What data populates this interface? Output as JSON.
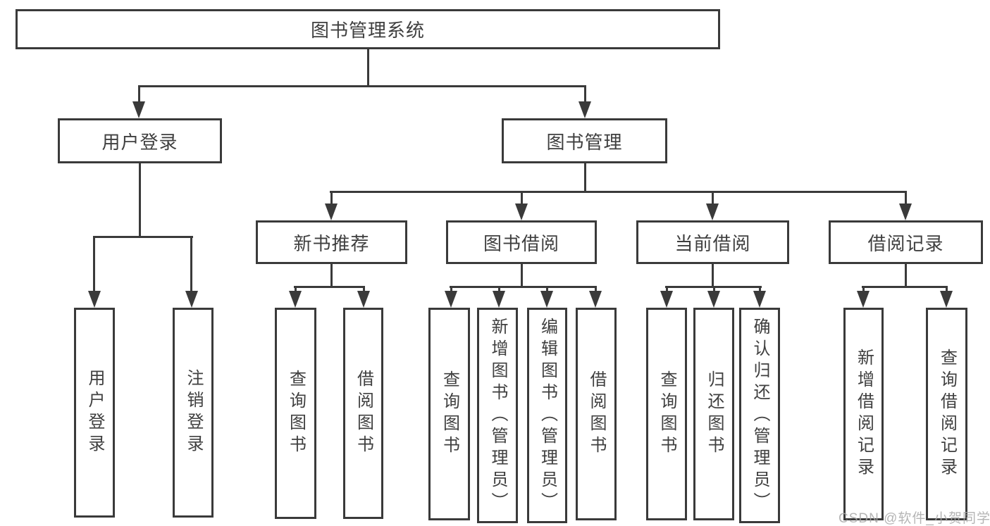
{
  "colors": {
    "line": "#3a3a3a",
    "text": "#3f3f3f",
    "watermark": "#a9a9a9",
    "background": "#ffffff"
  },
  "watermark": {
    "text": "CSDN @软件_小贺同学"
  },
  "tree": {
    "label": "图书管理系统",
    "children": [
      {
        "label": "用户登录",
        "children": [
          {
            "label": "用户登录"
          },
          {
            "label": "注销登录"
          }
        ]
      },
      {
        "label": "图书管理",
        "children": [
          {
            "label": "新书推荐",
            "children": [
              {
                "label": "查询图书"
              },
              {
                "label": "借阅图书"
              }
            ]
          },
          {
            "label": "图书借阅",
            "children": [
              {
                "label": "查询图书"
              },
              {
                "label": "新增图书（管理员）"
              },
              {
                "label": "编辑图书（管理员）"
              },
              {
                "label": "借阅图书"
              }
            ]
          },
          {
            "label": "当前借阅",
            "children": [
              {
                "label": "查询图书"
              },
              {
                "label": "归还图书"
              },
              {
                "label": "确认归还（管理员）"
              }
            ]
          },
          {
            "label": "借阅记录",
            "children": [
              {
                "label": "新增借阅记录"
              },
              {
                "label": "查询借阅记录"
              }
            ]
          }
        ]
      }
    ]
  }
}
